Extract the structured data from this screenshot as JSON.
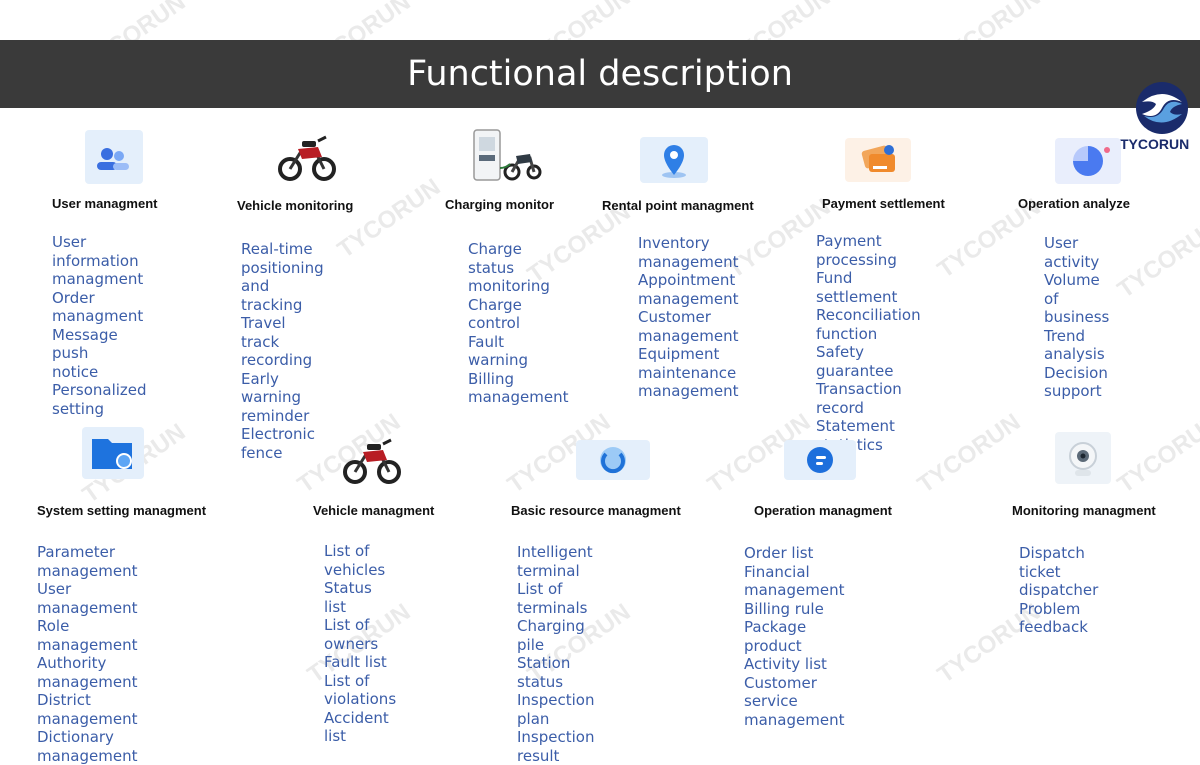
{
  "header": {
    "title": "Functional description",
    "logo_text": "TYCORUN"
  },
  "watermark": "TYCORUN",
  "colors": {
    "banner": "#3a3a3a",
    "title_text": "#ffffff",
    "item_text": "#3b5da8",
    "heading_text": "#111111",
    "accent": "#1e7be0"
  },
  "row1": [
    {
      "icon": "users-icon",
      "title": "User managment",
      "items": [
        "User information",
        "managment",
        "Order managment",
        "Message push",
        "notice",
        "Personalized",
        "setting"
      ]
    },
    {
      "icon": "motorcycle-icon",
      "title": "Vehicle monitoring",
      "items": [
        "Real-time positioning and",
        "tracking",
        "Travel track recording",
        "Early warning reminder",
        "Electronic fence"
      ]
    },
    {
      "icon": "charging-station-icon",
      "title": "Charging monitor",
      "items": [
        "Charge status",
        "monitoring",
        "Charge control",
        "Fault warning",
        "Billing",
        "management"
      ]
    },
    {
      "icon": "location-pin-icon",
      "title": "Rental point managment",
      "items": [
        "Inventory",
        "management",
        "Appointment",
        "management",
        "Customer",
        "management",
        "Equipment",
        "maintenance",
        "management"
      ]
    },
    {
      "icon": "payment-card-icon",
      "title": "Payment settlement",
      "items": [
        "Payment processing",
        "Fund settlement",
        "Reconciliation",
        "function",
        "Safety guarantee",
        "Transaction record",
        "Statement statistics"
      ]
    },
    {
      "icon": "analytics-icon",
      "title": "Operation analyze",
      "items": [
        "User activity",
        "Volume of",
        "business",
        "Trend",
        "analysis",
        "Decision",
        "support"
      ]
    }
  ],
  "row2": [
    {
      "icon": "folder-settings-icon",
      "title": "System setting managment",
      "items": [
        "Parameter management",
        "User management",
        "Role management",
        "Authority management",
        "District management",
        "Dictionary management"
      ]
    },
    {
      "icon": "motorcycle-icon",
      "title": "Vehicle managment",
      "items": [
        "List of vehicles",
        "Status list",
        "List of owners",
        "Fault list",
        "List of violations",
        "Accident list"
      ]
    },
    {
      "icon": "resource-icon",
      "title": "Basic resource managment",
      "items": [
        "Intelligent terminal",
        "List of terminals",
        "Charging pile",
        "Station status",
        "Inspection plan",
        "Inspection result"
      ]
    },
    {
      "icon": "operation-icon",
      "title": "Operation managment",
      "items": [
        "Order list",
        "Financial management",
        "Billing rule",
        "Package product",
        "Activity list",
        "Customer service management"
      ]
    },
    {
      "icon": "camera-icon",
      "title": "Monitoring managment",
      "items": [
        "Dispatch ticket",
        "dispatcher",
        "Problem feedback"
      ]
    }
  ]
}
